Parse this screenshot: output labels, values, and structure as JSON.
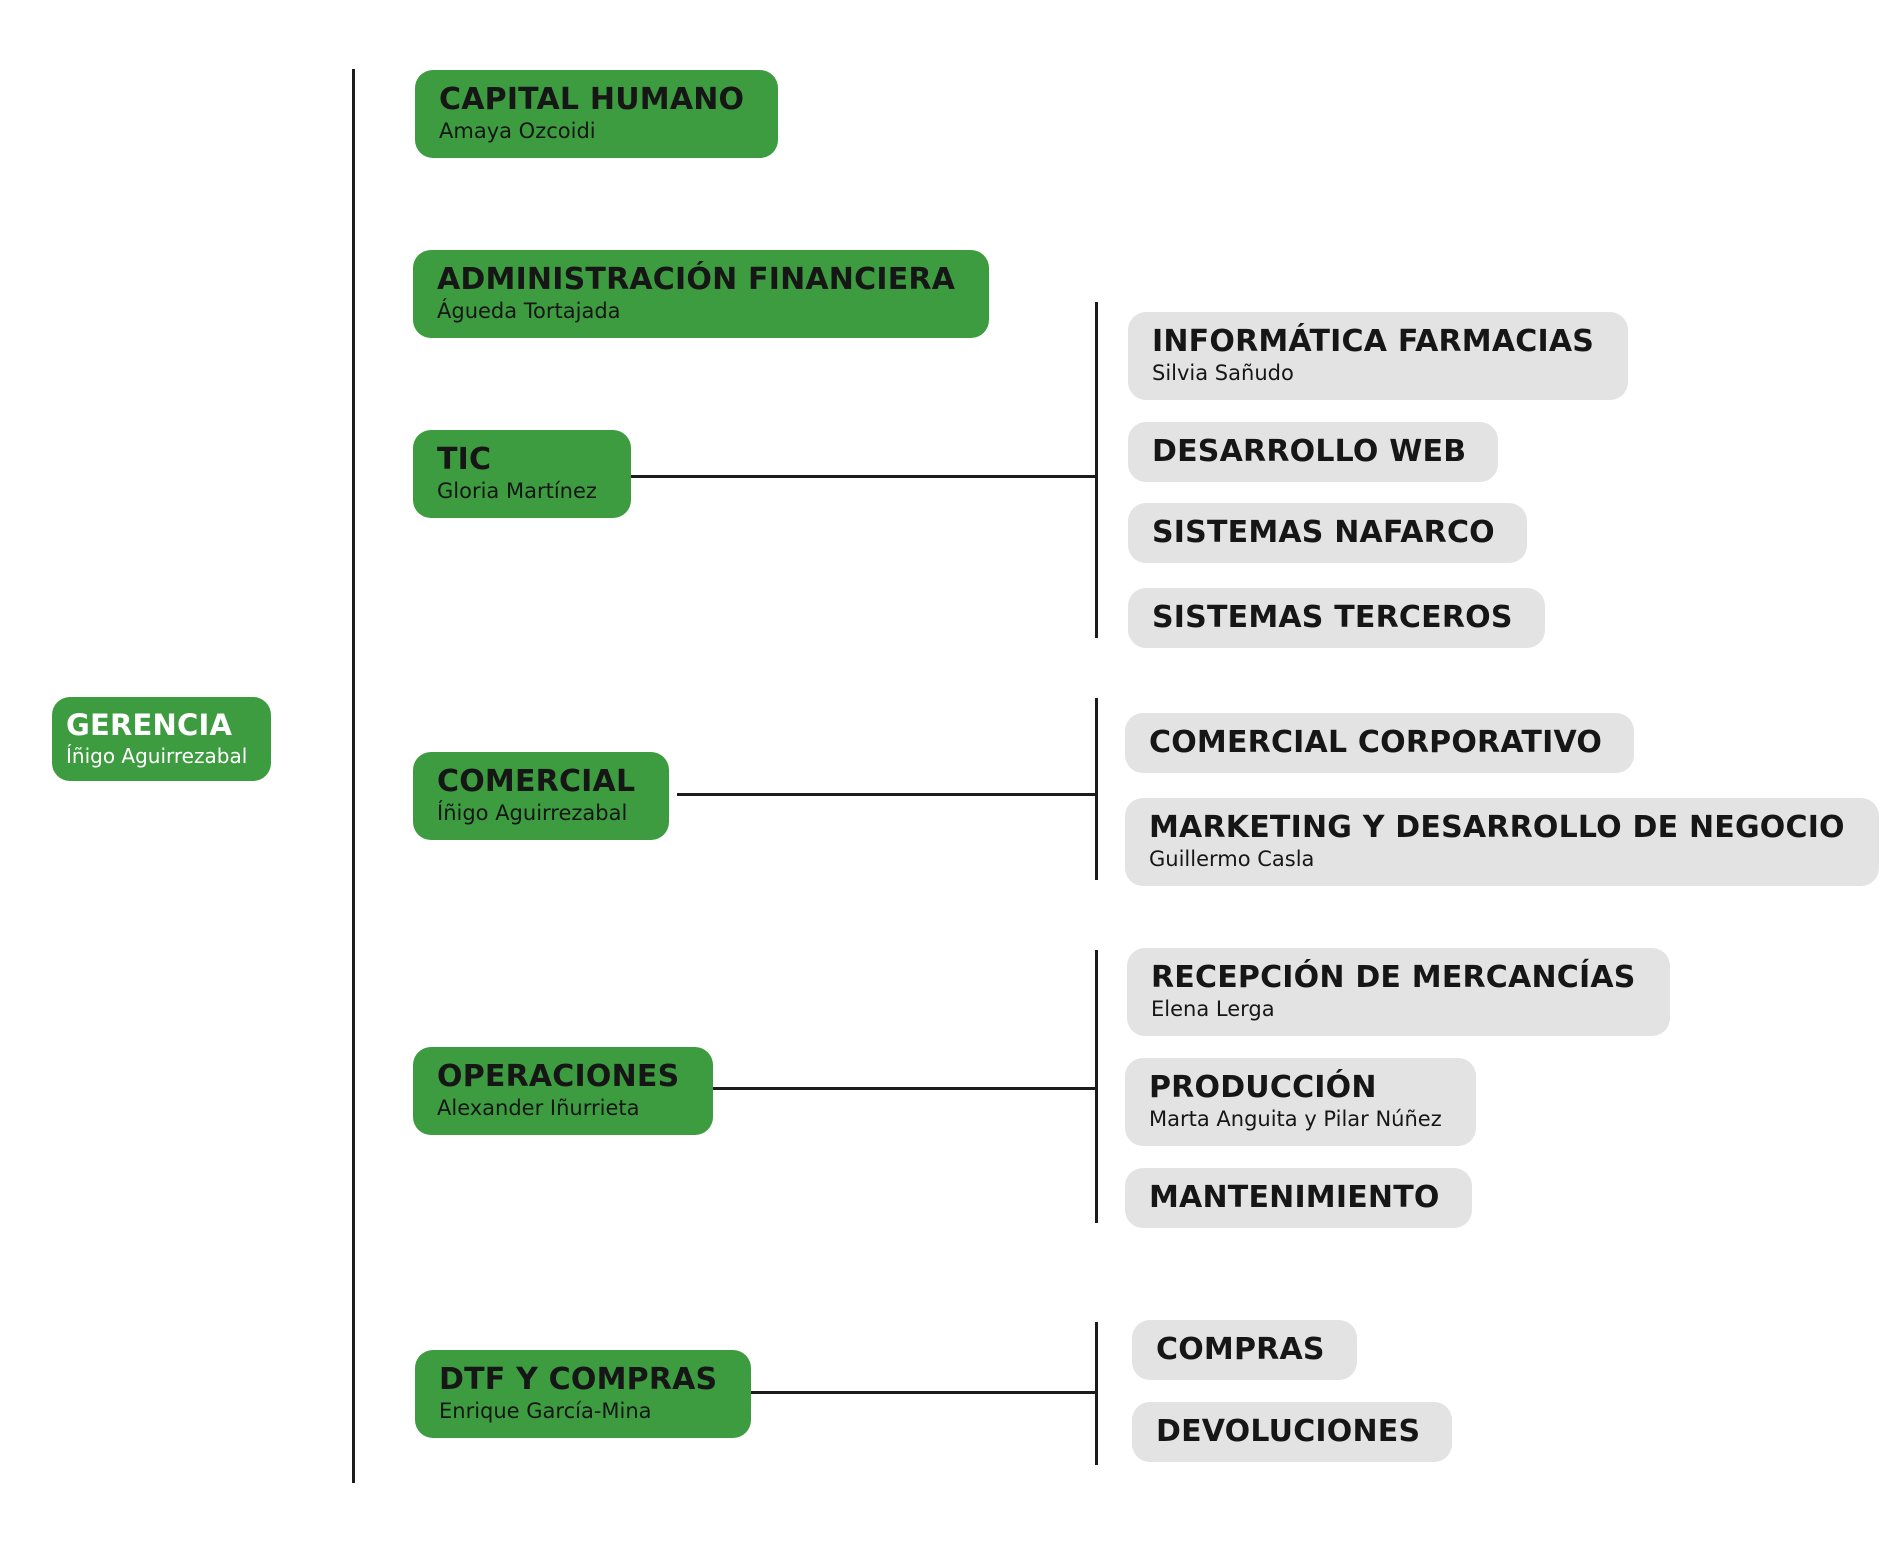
{
  "org": {
    "root": {
      "title": "GERENCIA",
      "subtitle": "Íñigo Aguirrezabal"
    },
    "departments": [
      {
        "title": "CAPITAL HUMANO",
        "subtitle": "Amaya Ozcoidi",
        "children": []
      },
      {
        "title": "ADMINISTRACIÓN FINANCIERA",
        "subtitle": "Águeda Tortajada",
        "children": []
      },
      {
        "title": "TIC",
        "subtitle": "Gloria Martínez",
        "children": [
          {
            "title": "INFORMÁTICA FARMACIAS",
            "subtitle": "Silvia Sañudo"
          },
          {
            "title": "DESARROLLO WEB",
            "subtitle": ""
          },
          {
            "title": "SISTEMAS NAFARCO",
            "subtitle": ""
          },
          {
            "title": "SISTEMAS TERCEROS",
            "subtitle": ""
          }
        ]
      },
      {
        "title": "COMERCIAL",
        "subtitle": "Íñigo Aguirrezabal",
        "children": [
          {
            "title": "COMERCIAL CORPORATIVO",
            "subtitle": ""
          },
          {
            "title": "MARKETING Y DESARROLLO DE NEGOCIO",
            "subtitle": "Guillermo Casla"
          }
        ]
      },
      {
        "title": "OPERACIONES",
        "subtitle": "Alexander Iñurrieta",
        "children": [
          {
            "title": "RECEPCIÓN DE MERCANCÍAS",
            "subtitle": "Elena Lerga"
          },
          {
            "title": "PRODUCCIÓN",
            "subtitle": "Marta Anguita y Pilar Núñez"
          },
          {
            "title": "MANTENIMIENTO",
            "subtitle": ""
          }
        ]
      },
      {
        "title": "DTF Y COMPRAS",
        "subtitle": "Enrique García-Mina",
        "children": [
          {
            "title": "COMPRAS",
            "subtitle": ""
          },
          {
            "title": "DEVOLUCIONES",
            "subtitle": ""
          }
        ]
      }
    ],
    "colors": {
      "department_box": "#3d9b40",
      "unit_box": "#e3e3e3",
      "connector_line": "#1c1c1c",
      "department_text": "#161616",
      "root_text": "#ffffff"
    }
  }
}
